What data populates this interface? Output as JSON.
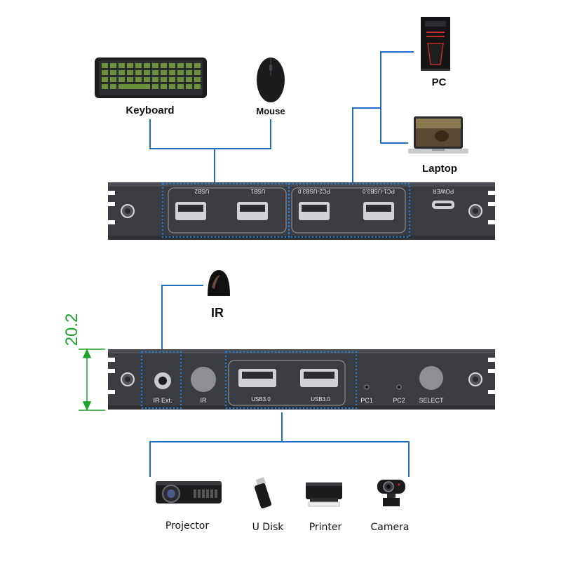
{
  "top_devices": {
    "keyboard": "Keyboard",
    "mouse": "Mouse",
    "pc": "PC",
    "laptop": "Laptop"
  },
  "top_panel": {
    "port_usb2": "USB2",
    "port_usb1": "USB1",
    "port_pc2": "PC2-USB3.0",
    "port_pc1": "PC1-USB3.0",
    "power": "POWER"
  },
  "ir_device": "IR",
  "dimension": "20.2",
  "bottom_panel": {
    "ir_ext": "IR Ext.",
    "ir": "IR",
    "usb_left": "USB3.0",
    "usb_right": "USB3.0",
    "pc1": "PC1",
    "pc2": "PC2",
    "select": "SELECT"
  },
  "peripherals": {
    "projector": "Projector",
    "udisk": "U Disk",
    "printer": "Printer",
    "camera": "Camera"
  },
  "colors": {
    "connector": "#1f6fc4",
    "panel": "#3b3d42",
    "dimension": "#1aa32a"
  }
}
